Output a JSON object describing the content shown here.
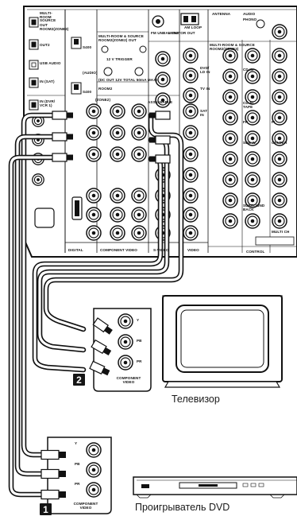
{
  "receiver": {
    "top_labels": {
      "multiroom_source": "MULTI-ROOM SOURCE",
      "out_room": "OUT ROOM2(ZONE3)",
      "out2": "OUT2",
      "usb_audio": "USB AUDIO",
      "in_sat": "IN (SAT)",
      "in_dvr": "IN (DVR/ VCR 1)",
      "s400": "S400",
      "audio": "(AUDIO)",
      "multiroom_room2": "MULTI-ROOM & SOURCE ROOM2(ZONE2) OUT",
      "trigger": "12 V TRIGGER",
      "trigger_note": "(DC OUT 12V TOTAL 50mA MAX)",
      "room2": "ROOM2",
      "zone2": "(ZONE2)",
      "monitor_out": "MONITOR OUT",
      "fm": "FM UNBAL 75Ω",
      "am_loop": "AM LOOP",
      "antenna": "ANTENNA",
      "audio_right": "AUDIO",
      "phono": "PHONO",
      "multiroom_zone3": "MULTI-ROOM & SOURCE ROOM2(ZONE3)",
      "cd_in": "CD IN",
      "dvd_ld_in": "DVD/ LD IN",
      "tv_in": "TV IN",
      "sat_in": "SAT IN",
      "cdr_tape": "CD-R/ TAPE",
      "digital": "DIGITAL",
      "component_video": "COMPONENT VIDEO",
      "s_video": "S-VIDEO",
      "video": "VIDEO",
      "control": "CONTROL",
      "assignable": "ASSIGNABLE",
      "subwoofer": "SUB W.",
      "surround_back": "SURROUND BACK",
      "multi_ch": "MULTI CH",
      "center": "CENTER",
      "fr": "FR",
      "fl": "FL"
    }
  },
  "tv": {
    "badge": "2",
    "caption": "Телевизор",
    "jack_labels": [
      "Y",
      "PB",
      "PR"
    ],
    "panel_label": "COMPONENT VIDEO"
  },
  "dvd": {
    "badge": "1",
    "caption": "Проигрыватель DVD",
    "jack_labels": [
      "Y",
      "PB",
      "PR"
    ],
    "panel_label": "COMPONENT VIDEO"
  },
  "colors": {
    "ink": "#111111",
    "panel": "#ffffff",
    "cable": "#222222",
    "badge": "#151515"
  }
}
